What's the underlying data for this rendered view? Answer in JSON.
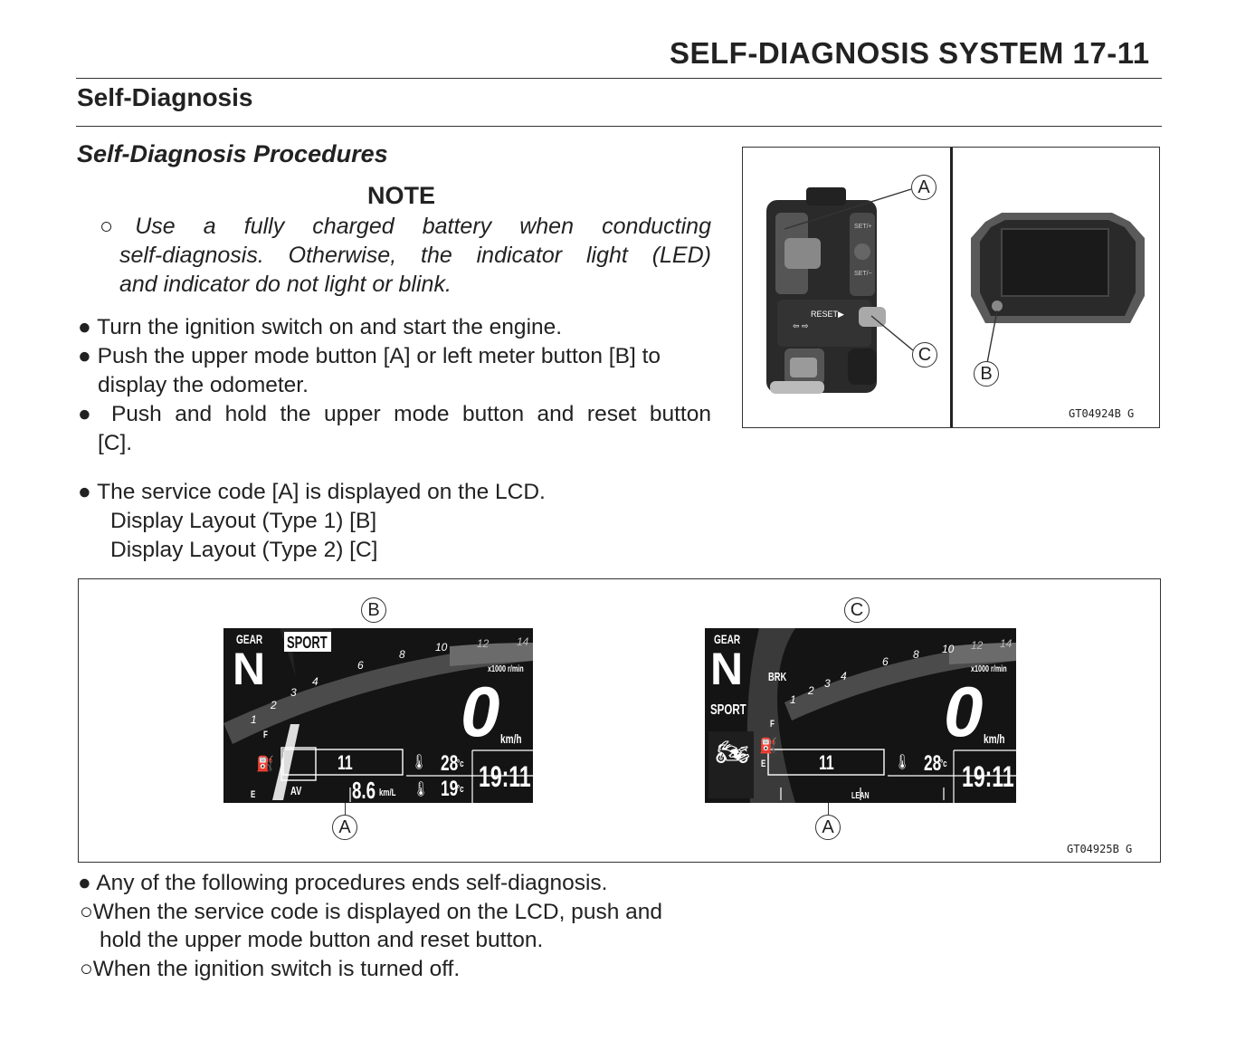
{
  "header": {
    "chapter_title": "SELF-DIAGNOSIS SYSTEM 17-11"
  },
  "section": {
    "title": "Self-Diagnosis",
    "subtitle": "Self-Diagnosis Procedures"
  },
  "note": {
    "title": "NOTE",
    "line1": "○Use a fully charged battery when conducting",
    "line2": "self-diagnosis. Otherwise, the indicator light (LED)",
    "line3": "and indicator do not light or blink."
  },
  "steps": {
    "s1": "● Turn the ignition switch on and start the engine.",
    "s2_l1": "● Push the upper mode button [A] or left meter button [B] to",
    "s2_l2": "display the odometer.",
    "s3_l1": "● Push and hold the upper mode button and reset button",
    "s3_l2": "[C].",
    "s4": "● The service code [A] is displayed on the LCD.",
    "s4_sub1": "Display Layout (Type 1) [B]",
    "s4_sub2": "Display Layout (Type 2) [C]"
  },
  "figure1": {
    "label_a": "A",
    "label_b": "B",
    "label_c": "C",
    "code": "GT04924B  G",
    "switch_labels": {
      "reset": "RESET▶",
      "arrows": "⇦ ⇨",
      "set_plus": "SET/+",
      "set_minus": "SET/−"
    }
  },
  "figure2": {
    "label_a1": "A",
    "label_a2": "A",
    "label_b": "B",
    "label_c": "C",
    "code": "GT04925B  G",
    "lcd1": {
      "gear_label": "GEAR",
      "gear": "N",
      "mode": "SPORT",
      "ticks": [
        "1",
        "2",
        "3",
        "4",
        "6",
        "8",
        "10",
        "12",
        "14"
      ],
      "rpm_unit": "x1000 r/min",
      "speed": "0",
      "speed_unit": "km/h",
      "fuel_full": "F",
      "fuel_empty": "E",
      "service_code": "11",
      "av_label": "AV",
      "economy": "8.6",
      "economy_unit": "km/L",
      "coolant_temp": "28",
      "ambient_temp": "19",
      "temp_unit": "°c",
      "clock": "19:11"
    },
    "lcd2": {
      "gear_label": "GEAR",
      "gear": "N",
      "mode": "SPORT",
      "brk": "BRK",
      "ticks": [
        "1",
        "2",
        "3",
        "4",
        "6",
        "8",
        "10",
        "12",
        "14"
      ],
      "rpm_unit": "x1000 r/min",
      "speed": "0",
      "speed_unit": "km/h",
      "fuel_full": "F",
      "fuel_empty": "E",
      "service_code": "11",
      "lean_label": "LEAN",
      "coolant_temp": "28",
      "temp_unit": "°c",
      "clock": "19:11"
    }
  },
  "closing": {
    "c1": "● Any of the following procedures ends self-diagnosis.",
    "c2_l1": "○When the service code is displayed on the LCD, push and",
    "c2_l2": "hold the upper mode button and reset button.",
    "c3": "○When the ignition switch is turned off."
  }
}
